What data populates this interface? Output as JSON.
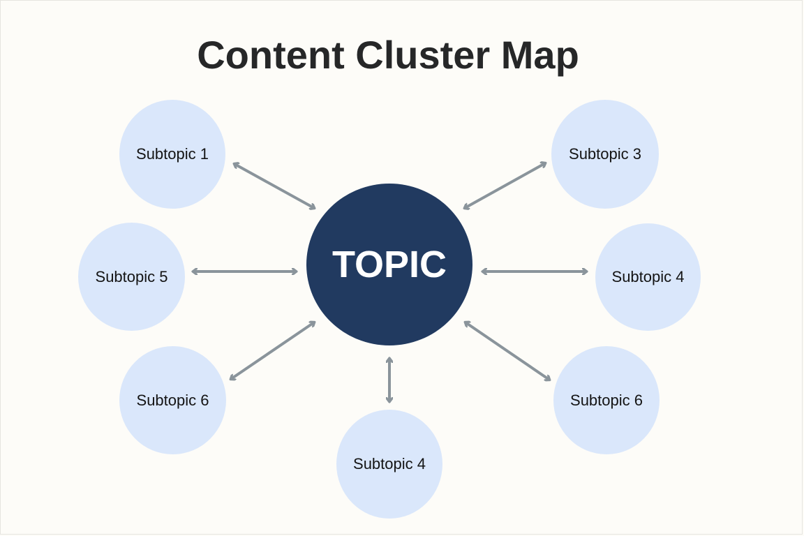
{
  "title": "Content Cluster Map",
  "center": {
    "label": "TOPIC",
    "color": "#213a60",
    "text_color": "#ffffff"
  },
  "subtopics": [
    {
      "id": "top-left",
      "label": "Subtopic 1"
    },
    {
      "id": "top-right",
      "label": "Subtopic 3"
    },
    {
      "id": "mid-left",
      "label": "Subtopic 5"
    },
    {
      "id": "mid-right",
      "label": "Subtopic 4"
    },
    {
      "id": "bottom-left",
      "label": "Subtopic 6"
    },
    {
      "id": "bottom-right",
      "label": "Subtopic 6"
    },
    {
      "id": "bottom-center",
      "label": "Subtopic 4"
    }
  ],
  "connections": {
    "style": "bidirectional-arrow",
    "color": "#8a949b"
  },
  "colors": {
    "background": "#fdfcf8",
    "subtopic_fill": "#dae7fb",
    "title_text": "#262728"
  }
}
